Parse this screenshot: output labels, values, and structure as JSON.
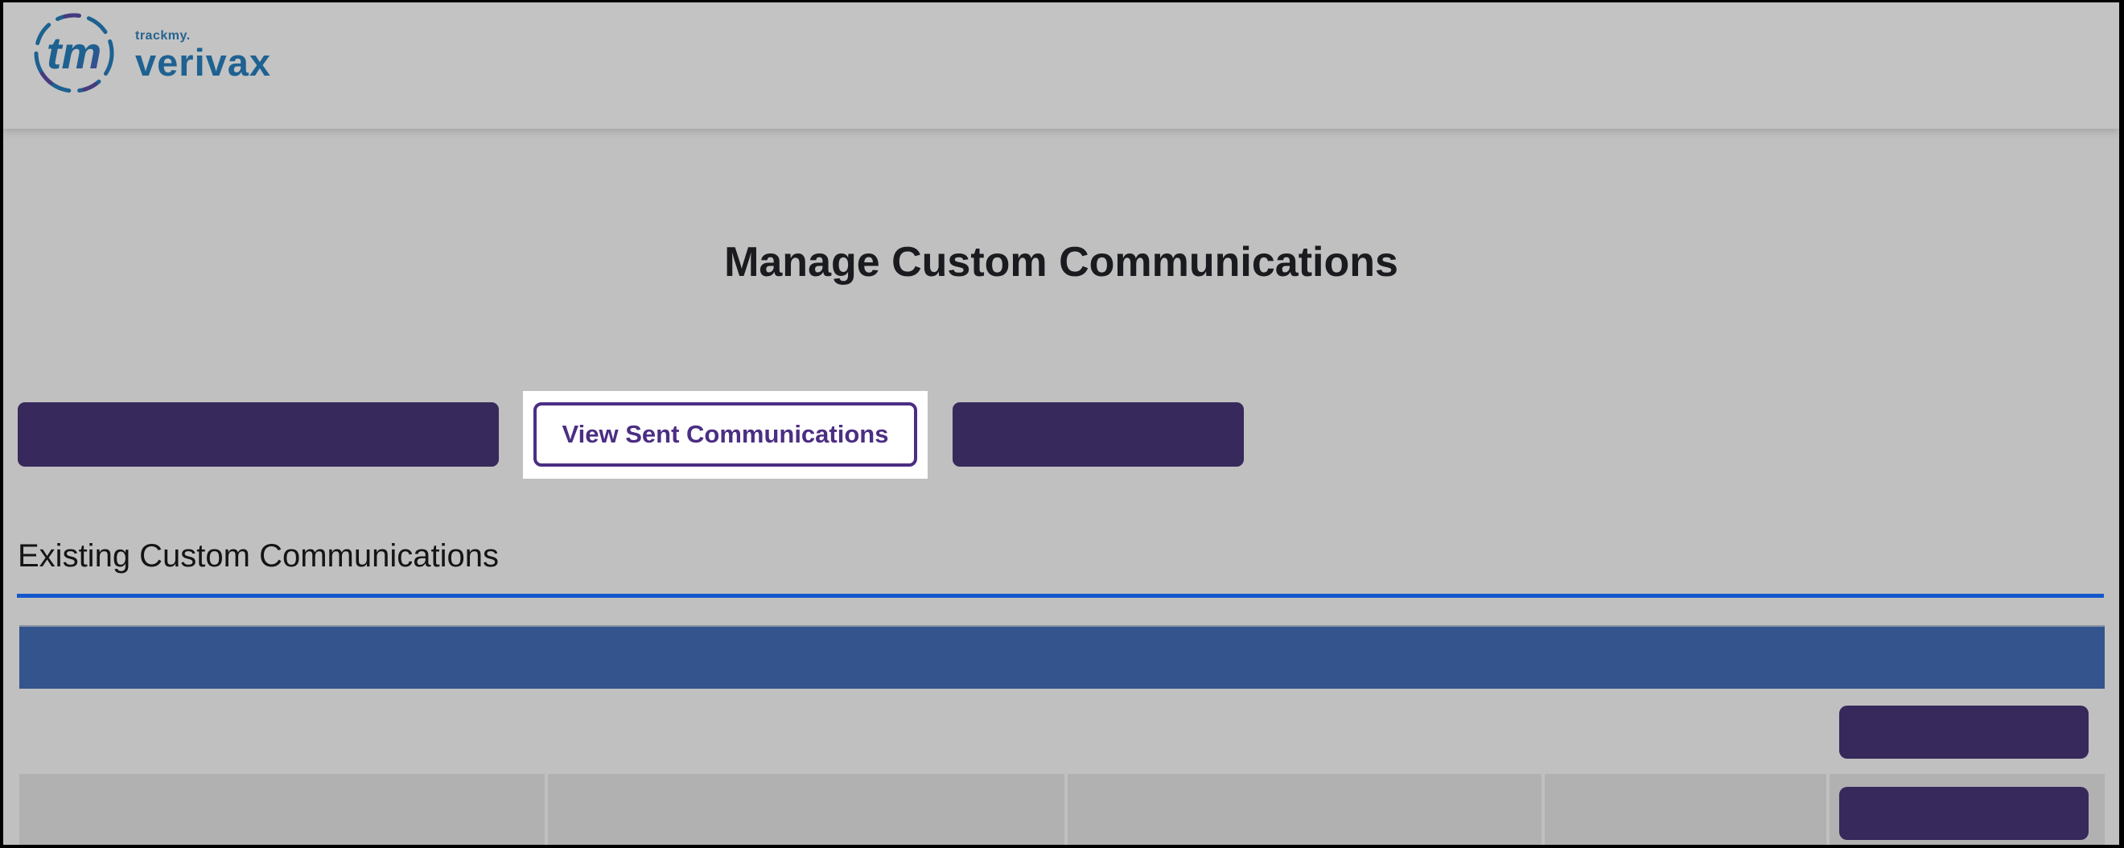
{
  "brand": {
    "monogram": "tm",
    "wordmark_top": "trackmy.",
    "wordmark_main": "verivax"
  },
  "page": {
    "title": "Manage Custom Communications",
    "section_heading": "Existing Custom Communications"
  },
  "toolbar": {
    "left_button_label": "",
    "view_sent_label": "View Sent Communications",
    "right_button_label": ""
  },
  "table": {
    "header_bar_text": "",
    "rows": [
      {
        "action_button_label": ""
      },
      {
        "action_button_label": ""
      }
    ]
  },
  "tour": {
    "highlighted_element": "View Sent Communications"
  },
  "icons": {
    "brand_logo": "tm-monogram-dashed-circle"
  },
  "colors": {
    "accent_purple": "#4b2e83",
    "dimmed_button_purple": "#37295b",
    "table_header_blue": "#34548e",
    "section_divider_blue": "#1457cb",
    "brand_blue": "#1f6292",
    "brand_purple": "#4a3f8f",
    "dimmed_page_gray": "#c0c0c0",
    "row_stripe_gray": "#b1b1b1",
    "spotlight_white": "#ffffff"
  }
}
